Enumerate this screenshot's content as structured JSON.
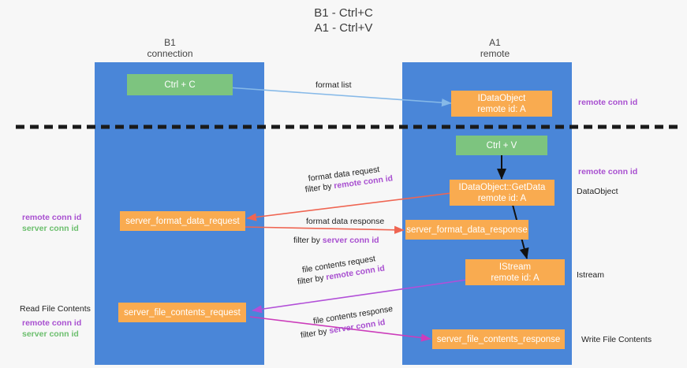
{
  "title": {
    "line1": "B1 - Ctrl+C",
    "line2": "A1 - Ctrl+V"
  },
  "lanes": [
    {
      "id": "b1",
      "name": "B1",
      "role": "connection",
      "color": "#4a86d8"
    },
    {
      "id": "a1",
      "name": "A1",
      "role": "remote",
      "color": "#4a86d8"
    }
  ],
  "nodes": {
    "ctrl_c": {
      "label": "Ctrl + C",
      "color": "#7dc47f"
    },
    "idataobject": {
      "line1": "IDataObject",
      "line2": "remote id: A",
      "color": "#f9ab50"
    },
    "ctrl_v": {
      "label": "Ctrl + V",
      "color": "#7dc47f"
    },
    "getdata": {
      "line1": "IDataObject::GetData",
      "line2": "remote id: A",
      "color": "#f9ab50"
    },
    "fmt_req": {
      "label": "server_format_data_request",
      "color": "#f9ab50"
    },
    "fmt_resp": {
      "label": "server_format_data_response",
      "color": "#f9ab50"
    },
    "istream": {
      "line1": "IStream",
      "line2": "remote id: A",
      "color": "#f9ab50"
    },
    "file_req": {
      "label": "server_file_contents_request",
      "color": "#f9ab50"
    },
    "file_resp": {
      "label": "server_file_contents_response",
      "color": "#f9ab50"
    }
  },
  "edge_labels": {
    "format_list": {
      "text": "format list"
    },
    "fmt_data_request": {
      "text": "format data request"
    },
    "fmt_data_req_filter": {
      "prefix": "filter by ",
      "key": "remote conn id"
    },
    "fmt_data_response": {
      "text": "format data response"
    },
    "fmt_data_resp_filter": {
      "prefix": "filter by ",
      "key": "server conn id"
    },
    "file_contents_request": {
      "text": "file contents request"
    },
    "file_contents_req_filter": {
      "prefix": "filter by ",
      "key": "remote conn id"
    },
    "file_contents_response": {
      "text": "file contents response"
    },
    "file_contents_resp_filter": {
      "prefix": "filter by ",
      "key": "server conn id"
    }
  },
  "annotations": {
    "right_remote_conn_id_top": "remote conn id",
    "right_remote_conn_id_mid": "remote conn id",
    "right_dataobject": "DataObject",
    "right_istream": "Istream",
    "right_write_file_contents": "Write File Contents",
    "left_remote_conn_id_1": "remote conn id",
    "left_server_conn_id_1": "server conn id",
    "left_read_file_contents": "Read File Contents",
    "left_remote_conn_id_2": "remote conn id",
    "left_server_conn_id_2": "server conn id"
  },
  "colors": {
    "lane": "#4a86d8",
    "green_node": "#7dc47f",
    "orange_node": "#f9ab50",
    "purple_key": "#a84fd0",
    "green_key": "#6cbf6e",
    "blue_arrow": "#86b9e8",
    "red_arrow": "#ef6552",
    "magenta_arrow": "#cc3dbb",
    "violet_arrow": "#b24fd8",
    "black_arrow": "#111111",
    "divider": "#1a1a1a",
    "background": "#f7f7f7"
  }
}
